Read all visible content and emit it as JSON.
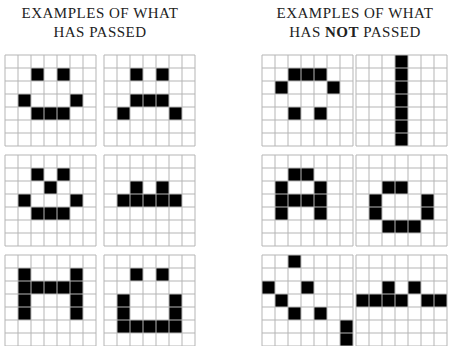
{
  "diagram": {
    "labels": [
      "EXAMPLES OF WHAT HAS PASSED",
      "EXAMPLES OF WHAT HAS",
      "NOT",
      "PASSED"
    ]
  }
}
